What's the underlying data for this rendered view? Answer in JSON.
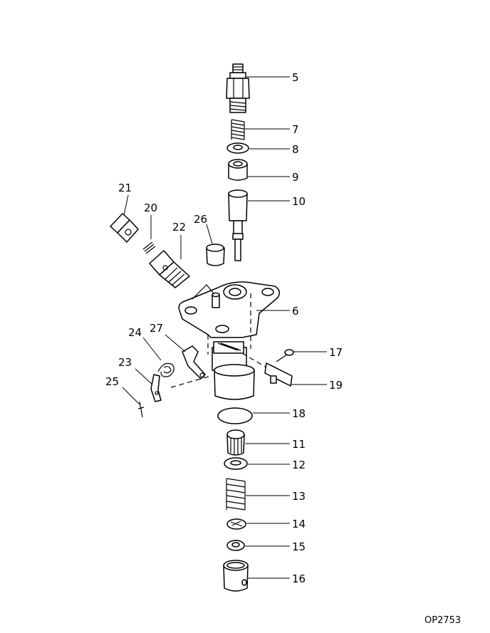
{
  "figure_code": "OP2753",
  "callouts": {
    "c5": "5",
    "c7": "7",
    "c8": "8",
    "c9": "9",
    "c10": "10",
    "c6": "6",
    "c17": "17",
    "c19": "19",
    "c18": "18",
    "c11": "11",
    "c12": "12",
    "c13": "13",
    "c14": "14",
    "c15": "15",
    "c16": "16",
    "c20": "20",
    "c21": "21",
    "c22": "22",
    "c23": "23",
    "c24": "24",
    "c25": "25",
    "c26": "26",
    "c27": "27"
  }
}
